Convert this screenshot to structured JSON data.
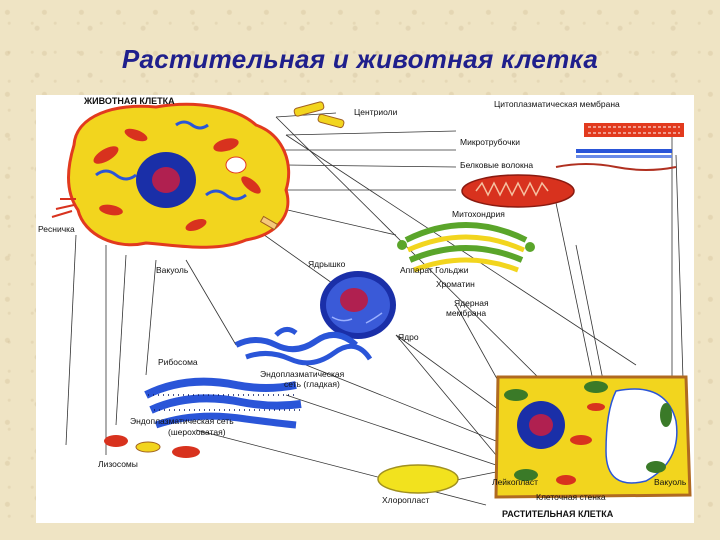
{
  "title": "Растительная и животная клетка",
  "labels": {
    "animal_cell": "ЖИВОТНАЯ КЛЕТКА",
    "plant_cell": "РАСТИТЕЛЬНАЯ КЛЕТКА",
    "centrioles": "Центриоли",
    "cytoplasmic_membrane": "Цитоплазматическая мембрана",
    "microtubules": "Микротрубочки",
    "protein_fibers": "Белковые волокна",
    "mitochondria": "Митохондрия",
    "golgi": "Аппарат Гольджи",
    "nucleolus": "Ядрышко",
    "chromatin": "Хроматин",
    "nuclear_membrane_1": "Ядерная",
    "nuclear_membrane_2": "мембрана",
    "nucleus": "Ядро",
    "cilium": "Ресничка",
    "vacuole_animal": "Вакуоль",
    "ribosome": "Рибосома",
    "smooth_er_1": "Эндоплазматическая",
    "smooth_er_2": "сеть (гладкая)",
    "rough_er_1": "Эндоплазматическая сеть",
    "rough_er_2": "(шероховатая)",
    "lysosomes": "Лизосомы",
    "chloroplast": "Хлоропласт",
    "leucoplast": "Лейкопласт",
    "cell_wall": "Клеточная стенка",
    "vacuole_plant": "Вакуоль"
  },
  "colors": {
    "title": "#1f1f8c",
    "cytoplasm": "#f2d51e",
    "membrane": "#e23a1e",
    "nucleus": "#1a2fa8",
    "mitochondria": "#d8321e",
    "er": "#2a55d8",
    "golgi": "#5aa52a",
    "chloroplast": "#3a7a28"
  }
}
